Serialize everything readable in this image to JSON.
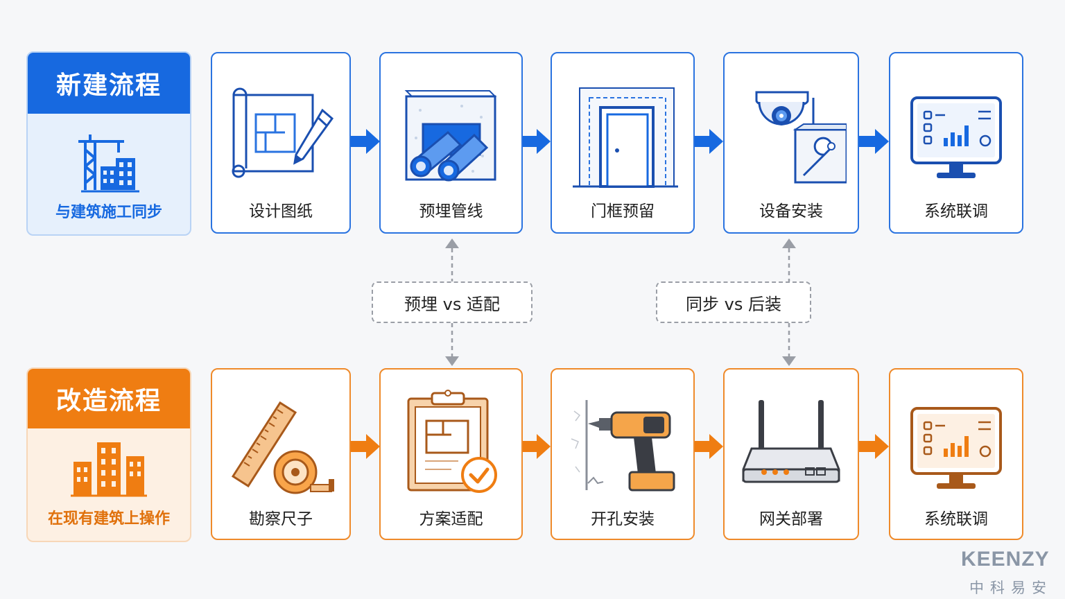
{
  "new_flow": {
    "title": "新建流程",
    "subtitle": "与建筑施工同步",
    "icon": "construction-crane-icon",
    "steps": [
      {
        "label": "设计图纸",
        "icon": "blueprint-pencil-icon"
      },
      {
        "label": "预埋管线",
        "icon": "embedded-pipes-icon"
      },
      {
        "label": "门框预留",
        "icon": "door-frame-icon"
      },
      {
        "label": "设备安装",
        "icon": "camera-device-icon"
      },
      {
        "label": "系统联调",
        "icon": "monitor-dashboard-icon"
      }
    ]
  },
  "retrofit_flow": {
    "title": "改造流程",
    "subtitle": "在现有建筑上操作",
    "icon": "buildings-icon",
    "steps": [
      {
        "label": "勘察尺子",
        "icon": "ruler-tape-icon"
      },
      {
        "label": "方案适配",
        "icon": "clipboard-plan-icon"
      },
      {
        "label": "开孔安装",
        "icon": "drill-icon"
      },
      {
        "label": "网关部署",
        "icon": "router-icon"
      },
      {
        "label": "系统联调",
        "icon": "monitor-dashboard-icon"
      }
    ]
  },
  "comparisons": [
    {
      "label": "预埋 vs 适配"
    },
    {
      "label": "同步 vs 后装"
    }
  ],
  "brand": {
    "name": "KEENZY",
    "cn": "中科易安"
  },
  "colors": {
    "blue": "#1769e0",
    "orange": "#ef7d12",
    "dashed": "#9a9ea6"
  }
}
